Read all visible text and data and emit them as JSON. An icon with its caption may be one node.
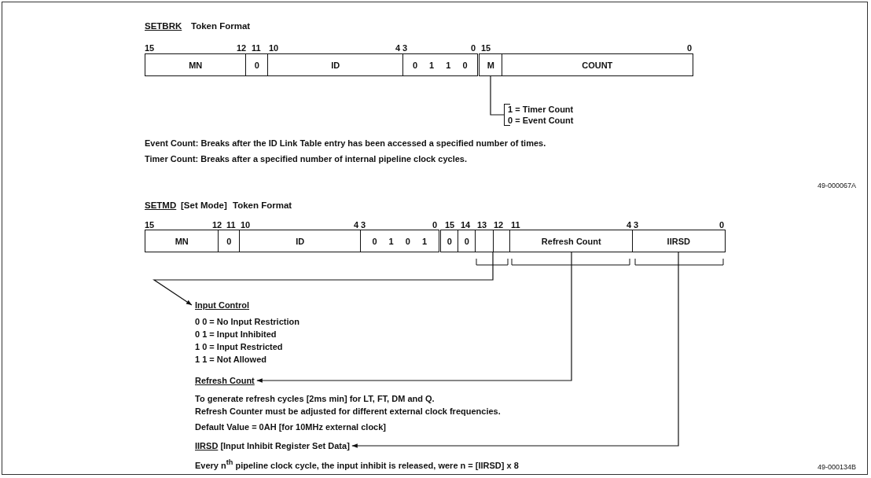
{
  "diagram": {
    "nodes": [
      {
        "text": [
          "MN"
        ]
      },
      {
        "text": [
          "0"
        ]
      },
      {
        "text": [
          "ID"
        ]
      },
      {
        "text": [
          "0 1 1 0"
        ]
      },
      {
        "text": [
          "M"
        ]
      },
      {
        "text": [
          "COUNT"
        ]
      },
      {
        "text": [
          "1 = Timer Count",
          "0 = Event Count"
        ]
      },
      {
        "text": [
          "MN"
        ]
      },
      {
        "text": [
          "0"
        ]
      },
      {
        "text": [
          "ID"
        ]
      },
      {
        "text": [
          "0 1 0 1"
        ]
      },
      {
        "text": [
          "0"
        ]
      },
      {
        "text": [
          "0"
        ]
      },
      {
        "text": [],
        "shape": "box"
      },
      {
        "text": [],
        "shape": "box"
      },
      {
        "text": [
          "Refresh Count"
        ]
      },
      {
        "text": [
          "IIRSD"
        ]
      },
      {
        "text": [
          "Input Control"
        ]
      },
      {
        "text": [
          "Refresh Count"
        ]
      },
      {
        "text": [
          "IIRSD",
          "[Input Inhibit Register Set Data]"
        ]
      }
    ],
    "edges": [
      {
        "from": 4,
        "to": 6,
        "arrow": "none"
      },
      {
        "from": 13,
        "to": 17,
        "arrow": "to"
      },
      {
        "from": 14,
        "to": 17,
        "arrow": "to"
      },
      {
        "from": 15,
        "to": 18,
        "arrow": "to"
      },
      {
        "from": 16,
        "to": 19,
        "arrow": "to"
      }
    ],
    "labels": [
      "SETBRK",
      "Token Format",
      "15",
      "12",
      "11",
      "10",
      "4",
      "3",
      "0",
      "15",
      "0",
      "Event Count: Breaks after the ID Link Table entry has been accessed a specified number of times.",
      "Timer Count: Breaks after a specified number of internal pipeline clock cycles.",
      "49-000067A",
      "SETMD",
      "[Set Mode]",
      "Token Format",
      "15",
      "12",
      "11",
      "10",
      "4",
      "3",
      "0",
      "15",
      "14",
      "13",
      "12",
      "11",
      "4",
      "3",
      "0",
      "0 0 = No Input Restriction",
      "0 1 = Input Inhibited",
      "1 0 = Input Restricted",
      "1 1 = Not Allowed",
      "To generate refresh cycles [2ms min] for LT, FT, DM and Q.",
      "Refresh Counter must be adjusted for different external clock frequencies.",
      "Default Value = 0AH [for 10MHz external clock]",
      "Every n$^{th}$ pipeline clock cycle, the input inhibit is released, were n = [IIRSD] x 8",
      "49-000134B"
    ]
  }
}
